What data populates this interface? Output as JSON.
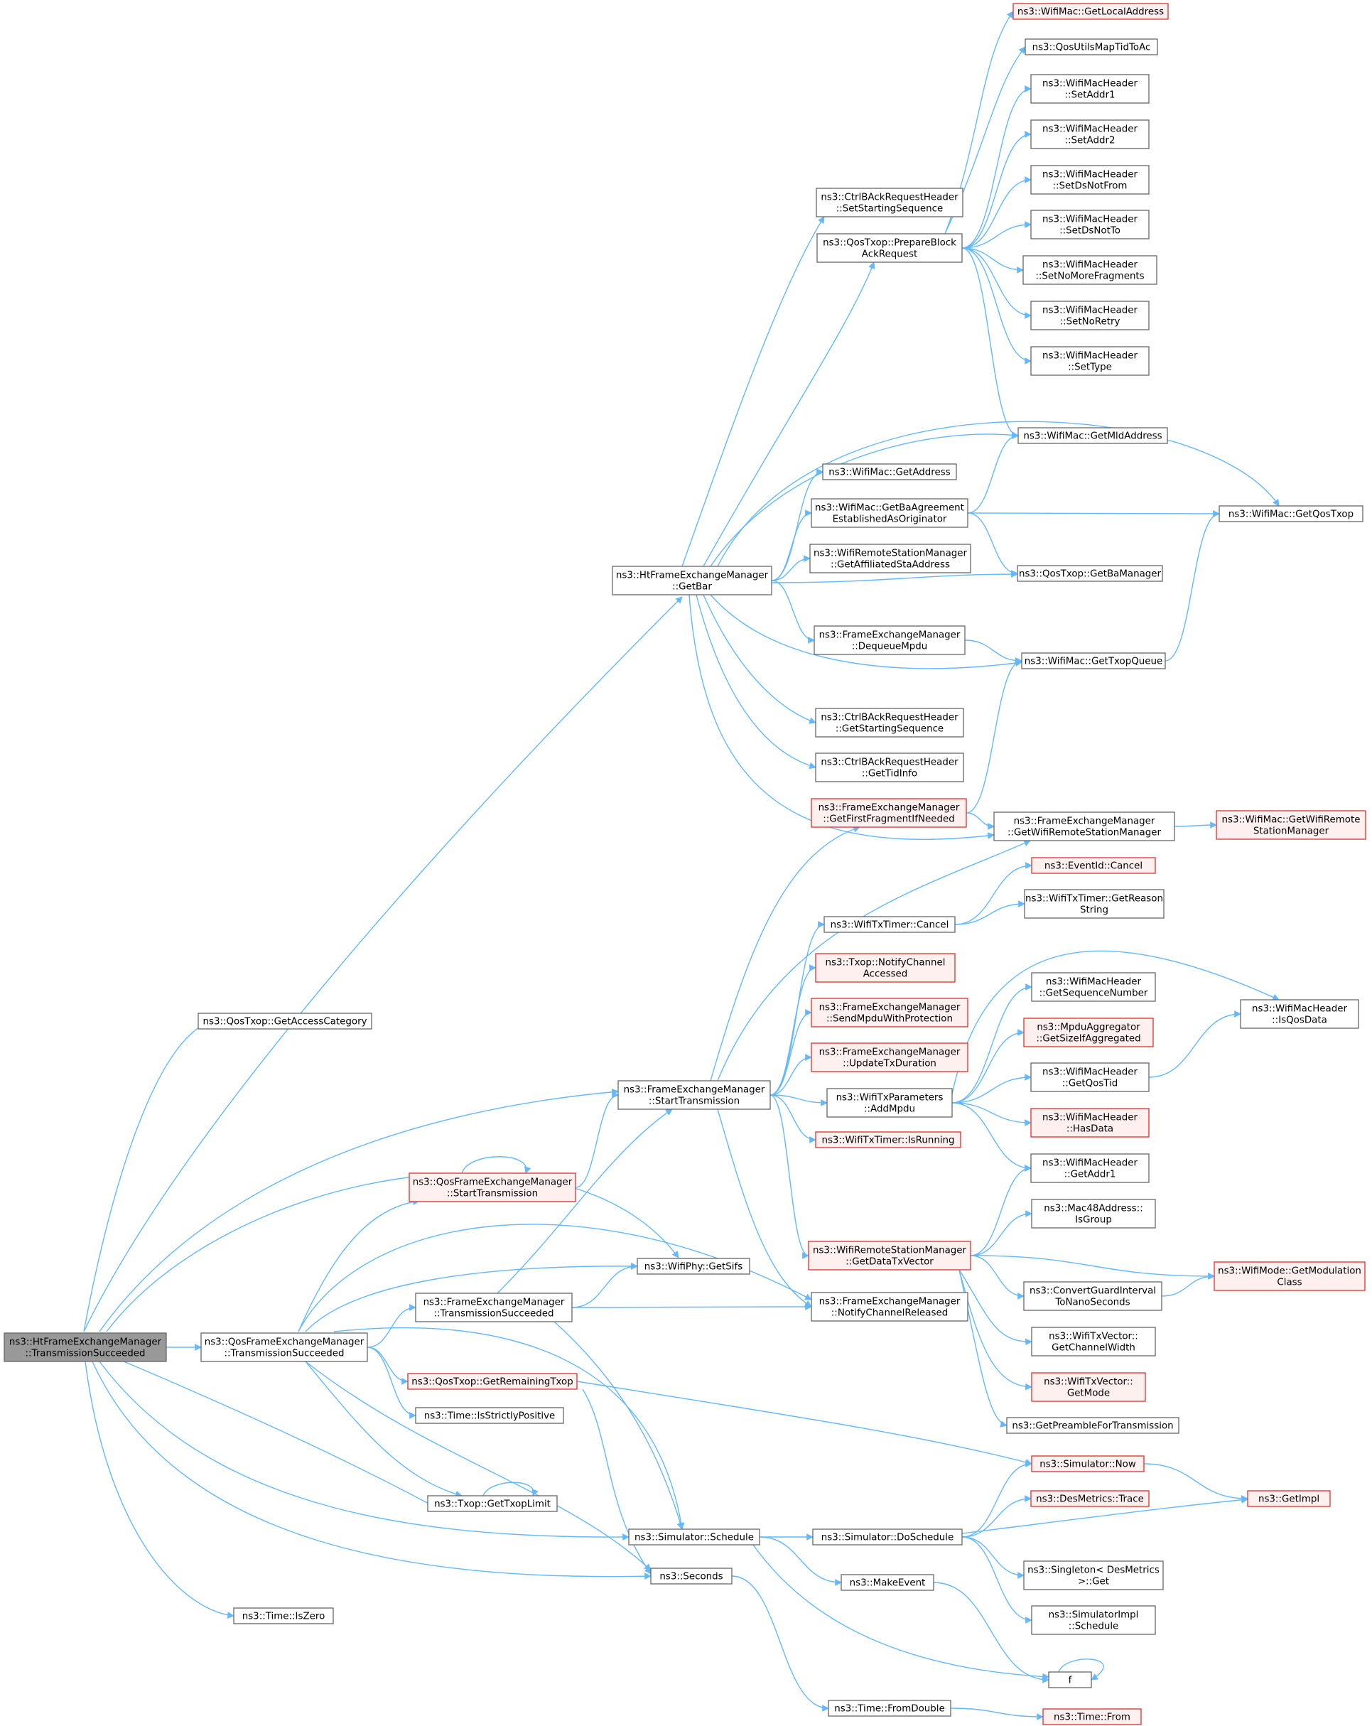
{
  "graph": {
    "title": "",
    "edge_color": "#63b8ff",
    "node_border": "#666666",
    "highlight_border": "#e0302a",
    "highlight_fill": "#fff0f0",
    "root_fill": "#999999",
    "nodes": [
      {
        "id": "root",
        "lines": [
          "ns3::HtFrameExchangeManager",
          "::TransmissionSucceeded"
        ],
        "style": "root"
      },
      {
        "id": "getAccessCategory",
        "lines": [
          "ns3::QosTxop::GetAccessCategory"
        ],
        "style": "normal"
      },
      {
        "id": "htGetBar",
        "lines": [
          "ns3::HtFrameExchangeManager",
          "::GetBar"
        ],
        "style": "normal"
      },
      {
        "id": "femStartTx",
        "lines": [
          "ns3::FrameExchangeManager",
          "::StartTransmission"
        ],
        "style": "normal"
      },
      {
        "id": "qfemStartTx",
        "lines": [
          "ns3::QosFrameExchangeManager",
          "::StartTransmission"
        ],
        "style": "red"
      },
      {
        "id": "femTxSucceeded",
        "lines": [
          "ns3::FrameExchangeManager",
          "::TransmissionSucceeded"
        ],
        "style": "normal"
      },
      {
        "id": "qfemTxSucceeded",
        "lines": [
          "ns3::QosFrameExchangeManager",
          "::TransmissionSucceeded"
        ],
        "style": "normal"
      },
      {
        "id": "getRemainingTxop",
        "lines": [
          "ns3::QosTxop::GetRemainingTxop"
        ],
        "style": "red"
      },
      {
        "id": "isStrictlyPositive",
        "lines": [
          "ns3::Time::IsStrictlyPositive"
        ],
        "style": "normal"
      },
      {
        "id": "getTxopLimit",
        "lines": [
          "ns3::Txop::GetTxopLimit"
        ],
        "style": "normal"
      },
      {
        "id": "simSchedule",
        "lines": [
          "ns3::Simulator::Schedule"
        ],
        "style": "normal"
      },
      {
        "id": "seconds",
        "lines": [
          "ns3::Seconds"
        ],
        "style": "normal"
      },
      {
        "id": "isZero",
        "lines": [
          "ns3::Time::IsZero"
        ],
        "style": "normal"
      },
      {
        "id": "getSifs",
        "lines": [
          "ns3::WifiPhy::GetSifs"
        ],
        "style": "normal"
      },
      {
        "id": "cbarSetStart",
        "lines": [
          "ns3::CtrlBAckRequestHeader",
          "::SetStartingSequence"
        ],
        "style": "normal"
      },
      {
        "id": "prepareBlockAck",
        "lines": [
          "ns3::QosTxop::PrepareBlock",
          "AckRequest"
        ],
        "style": "normal"
      },
      {
        "id": "getAddress",
        "lines": [
          "ns3::WifiMac::GetAddress"
        ],
        "style": "normal"
      },
      {
        "id": "getBaAgreement",
        "lines": [
          "ns3::WifiMac::GetBaAgreement",
          "EstablishedAsOriginator"
        ],
        "style": "normal"
      },
      {
        "id": "getAffiliatedSta",
        "lines": [
          "ns3::WifiRemoteStationManager",
          "::GetAffiliatedStaAddress"
        ],
        "style": "normal"
      },
      {
        "id": "dequeueMpdu",
        "lines": [
          "ns3::FrameExchangeManager",
          "::DequeueMpdu"
        ],
        "style": "normal"
      },
      {
        "id": "cbarGetStart",
        "lines": [
          "ns3::CtrlBAckRequestHeader",
          "::GetStartingSequence"
        ],
        "style": "normal"
      },
      {
        "id": "cbarGetTid",
        "lines": [
          "ns3::CtrlBAckRequestHeader",
          "::GetTidInfo"
        ],
        "style": "normal"
      },
      {
        "id": "getFirstFragment",
        "lines": [
          "ns3::FrameExchangeManager",
          "::GetFirstFragmentIfNeeded"
        ],
        "style": "red"
      },
      {
        "id": "timerCancel",
        "lines": [
          "ns3::WifiTxTimer::Cancel"
        ],
        "style": "normal"
      },
      {
        "id": "notifyChAccessed",
        "lines": [
          "ns3::Txop::NotifyChannel",
          "Accessed"
        ],
        "style": "red"
      },
      {
        "id": "sendMpduProt",
        "lines": [
          "ns3::FrameExchangeManager",
          "::SendMpduWithProtection"
        ],
        "style": "red"
      },
      {
        "id": "updateTxDur",
        "lines": [
          "ns3::FrameExchangeManager",
          "::UpdateTxDuration"
        ],
        "style": "red"
      },
      {
        "id": "addMpdu",
        "lines": [
          "ns3::WifiTxParameters",
          "::AddMpdu"
        ],
        "style": "normal"
      },
      {
        "id": "timerIsRunning",
        "lines": [
          "ns3::WifiTxTimer::IsRunning"
        ],
        "style": "red"
      },
      {
        "id": "getDataTxVector",
        "lines": [
          "ns3::WifiRemoteStationManager",
          "::GetDataTxVector"
        ],
        "style": "red"
      },
      {
        "id": "notifyChReleased",
        "lines": [
          "ns3::FrameExchangeManager",
          "::NotifyChannelReleased"
        ],
        "style": "normal"
      },
      {
        "id": "doSchedule",
        "lines": [
          "ns3::Simulator::DoSchedule"
        ],
        "style": "normal"
      },
      {
        "id": "makeEvent",
        "lines": [
          "ns3::MakeEvent"
        ],
        "style": "normal"
      },
      {
        "id": "fromDouble",
        "lines": [
          "ns3::Time::FromDouble"
        ],
        "style": "normal"
      },
      {
        "id": "getLocalAddress",
        "lines": [
          "ns3::WifiMac::GetLocalAddress"
        ],
        "style": "red"
      },
      {
        "id": "qosMapTid",
        "lines": [
          "ns3::QosUtilsMapTidToAc"
        ],
        "style": "normal"
      },
      {
        "id": "setAddr1",
        "lines": [
          "ns3::WifiMacHeader",
          "::SetAddr1"
        ],
        "style": "normal"
      },
      {
        "id": "setAddr2",
        "lines": [
          "ns3::WifiMacHeader",
          "::SetAddr2"
        ],
        "style": "normal"
      },
      {
        "id": "setDsNotFrom",
        "lines": [
          "ns3::WifiMacHeader",
          "::SetDsNotFrom"
        ],
        "style": "normal"
      },
      {
        "id": "setDsNotTo",
        "lines": [
          "ns3::WifiMacHeader",
          "::SetDsNotTo"
        ],
        "style": "normal"
      },
      {
        "id": "setNoMoreFrag",
        "lines": [
          "ns3::WifiMacHeader",
          "::SetNoMoreFragments"
        ],
        "style": "normal"
      },
      {
        "id": "setNoRetry",
        "lines": [
          "ns3::WifiMacHeader",
          "::SetNoRetry"
        ],
        "style": "normal"
      },
      {
        "id": "setType",
        "lines": [
          "ns3::WifiMacHeader",
          "::SetType"
        ],
        "style": "normal"
      },
      {
        "id": "getMldAddress",
        "lines": [
          "ns3::WifiMac::GetMldAddress"
        ],
        "style": "normal"
      },
      {
        "id": "getBaManager",
        "lines": [
          "ns3::QosTxop::GetBaManager"
        ],
        "style": "normal"
      },
      {
        "id": "getTxopQueue",
        "lines": [
          "ns3::WifiMac::GetTxopQueue"
        ],
        "style": "normal"
      },
      {
        "id": "getWrsm",
        "lines": [
          "ns3::FrameExchangeManager",
          "::GetWifiRemoteStationManager"
        ],
        "style": "normal"
      },
      {
        "id": "eventIdCancel",
        "lines": [
          "ns3::EventId::Cancel"
        ],
        "style": "red"
      },
      {
        "id": "getReasonString",
        "lines": [
          "ns3::WifiTxTimer::GetReason",
          "String"
        ],
        "style": "normal"
      },
      {
        "id": "getSeqNum",
        "lines": [
          "ns3::WifiMacHeader",
          "::GetSequenceNumber"
        ],
        "style": "normal"
      },
      {
        "id": "getSizeIfAgg",
        "lines": [
          "ns3::MpduAggregator",
          "::GetSizeIfAggregated"
        ],
        "style": "red"
      },
      {
        "id": "getQosTid",
        "lines": [
          "ns3::WifiMacHeader",
          "::GetQosTid"
        ],
        "style": "normal"
      },
      {
        "id": "hasData",
        "lines": [
          "ns3::WifiMacHeader",
          "::HasData"
        ],
        "style": "red"
      },
      {
        "id": "getAddr1",
        "lines": [
          "ns3::WifiMacHeader",
          "::GetAddr1"
        ],
        "style": "normal"
      },
      {
        "id": "isGroup",
        "lines": [
          "ns3::Mac48Address::",
          "IsGroup"
        ],
        "style": "normal"
      },
      {
        "id": "convertGi",
        "lines": [
          "ns3::ConvertGuardInterval",
          "ToNanoSeconds"
        ],
        "style": "normal"
      },
      {
        "id": "getChWidth",
        "lines": [
          "ns3::WifiTxVector::",
          "GetChannelWidth"
        ],
        "style": "normal"
      },
      {
        "id": "getMode",
        "lines": [
          "ns3::WifiTxVector::",
          "GetMode"
        ],
        "style": "red"
      },
      {
        "id": "getPreamble",
        "lines": [
          "ns3::GetPreambleForTransmission"
        ],
        "style": "normal"
      },
      {
        "id": "simNow",
        "lines": [
          "ns3::Simulator::Now"
        ],
        "style": "red"
      },
      {
        "id": "desTrace",
        "lines": [
          "ns3::DesMetrics::Trace"
        ],
        "style": "red"
      },
      {
        "id": "singletonGet",
        "lines": [
          "ns3::Singleton< DesMetrics",
          ">::Get"
        ],
        "style": "normal"
      },
      {
        "id": "simImplSchedule",
        "lines": [
          "ns3::SimulatorImpl",
          "::Schedule"
        ],
        "style": "normal"
      },
      {
        "id": "f",
        "lines": [
          "f"
        ],
        "style": "normal"
      },
      {
        "id": "timeFrom",
        "lines": [
          "ns3::Time::From"
        ],
        "style": "red"
      },
      {
        "id": "getQosTxop",
        "lines": [
          "ns3::WifiMac::GetQosTxop"
        ],
        "style": "normal"
      },
      {
        "id": "getWifiRsm",
        "lines": [
          "ns3::WifiMac::GetWifiRemote",
          "StationManager"
        ],
        "style": "red"
      },
      {
        "id": "isQosData",
        "lines": [
          "ns3::WifiMacHeader",
          "::IsQosData"
        ],
        "style": "normal"
      },
      {
        "id": "getModClass",
        "lines": [
          "ns3::WifiMode::GetModulation",
          "Class"
        ],
        "style": "red"
      },
      {
        "id": "getImpl",
        "lines": [
          "ns3::GetImpl"
        ],
        "style": "red"
      }
    ]
  }
}
